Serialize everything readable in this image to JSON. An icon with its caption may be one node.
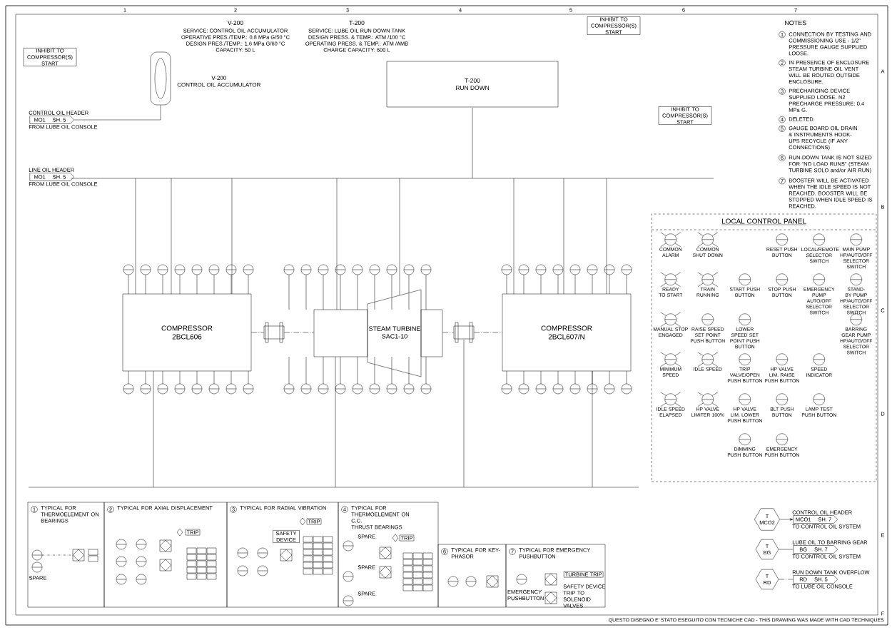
{
  "diagram": {
    "nodes": [
      {
        "text": [
          "INHIBIT TO COMPRESSOR(S) START"
        ]
      },
      {
        "text": [
          "V-200",
          "CONTROL OIL ACCUMULATOR"
        ]
      },
      {
        "text": [
          "T-200",
          "RUN DOWN"
        ]
      },
      {
        "text": [
          "INHIBIT TO COMPRESSOR(S) START"
        ]
      },
      {
        "text": [
          "INHIBIT TO COMPRESSOR(S) START"
        ]
      },
      {
        "text": [
          "CONTROL OIL HEADER",
          "MO1",
          "SH. 5",
          "FROM LUBE OIL CONSOLE"
        ]
      },
      {
        "text": [
          "LINE OIL HEADER",
          "MO1",
          "SH. 5",
          "FROM LUBE OIL CONSOLE"
        ]
      },
      {
        "text": [
          "COMPRESSOR",
          "2BCL606"
        ]
      },
      {
        "text": [],
        "shape": "box"
      },
      {
        "text": [
          "STEAM TURBINE",
          "SAC1-10"
        ]
      },
      {
        "text": [],
        "shape": "box"
      },
      {
        "text": [
          "COMPRESSOR",
          "2BCL607/N"
        ]
      },
      {
        "text": [
          "LOCAL CONTROL PANEL"
        ]
      },
      {
        "text": [
          "COMMON ALARM"
        ],
        "in": 12
      },
      {
        "text": [
          "COMMON SHUT DOWN"
        ],
        "in": 12
      },
      {
        "text": [
          "RESET PUSH BUTTON"
        ],
        "in": 12
      },
      {
        "text": [
          "LOCAL/REMOTE SELECTOR SWITCH"
        ],
        "in": 12
      },
      {
        "text": [
          "MAIN PUMP HP/AUTO/OFF SELECTOR SWITCH"
        ],
        "in": 12
      },
      {
        "text": [
          "READY TO START"
        ],
        "in": 12
      },
      {
        "text": [
          "TRAIN RUNNING"
        ],
        "in": 12
      },
      {
        "text": [
          "START PUSH BUTTON"
        ],
        "in": 12
      },
      {
        "text": [
          "STOP PUSH BUTTON"
        ],
        "in": 12
      },
      {
        "text": [
          "EMERGENCY PUMP AUTO/OFF SELECTOR SWITCH"
        ],
        "in": 12
      },
      {
        "text": [
          "STAND-BY PUMP HP/AUTO/OFF SELECTOR SWITCH"
        ],
        "in": 12
      },
      {
        "text": [
          "MANUAL STOP ENGAGED"
        ],
        "in": 12
      },
      {
        "text": [
          "RAISE SPEED SET POINT PUSH BUTTON"
        ],
        "in": 12
      },
      {
        "text": [
          "LOWER SPEED SET POINT PUSH BUTTON"
        ],
        "in": 12
      },
      {
        "text": [
          "BARRING GEAR PUMP HP/AUTO/OFF SELECTOR SWITCH"
        ],
        "in": 12
      },
      {
        "text": [
          "MINIMUM SPEED"
        ],
        "in": 12
      },
      {
        "text": [
          "IDLE SPEED"
        ],
        "in": 12
      },
      {
        "text": [
          "TRIP VALVE/OPEN PUSH BUTTON"
        ],
        "in": 12
      },
      {
        "text": [
          "HP VALVE LIM. RAISE PUSH BUTTON"
        ],
        "in": 12
      },
      {
        "text": [
          "SPEED INDICATOR"
        ],
        "in": 12
      },
      {
        "text": [
          "IDLE SPEED ELAPSED"
        ],
        "in": 12
      },
      {
        "text": [
          "HP VALVE LIMITER 100%"
        ],
        "in": 12
      },
      {
        "text": [
          "HP VALVE LIM. LOWER PUSH BUTTON"
        ],
        "in": 12
      },
      {
        "text": [
          "BLT PUSH BUTTON"
        ],
        "in": 12
      },
      {
        "text": [
          "LAMP TEST PUSH BUTTON"
        ],
        "in": 12
      },
      {
        "text": [
          "DIMMING PUSH BUTTON"
        ],
        "in": 12
      },
      {
        "text": [
          "EMERGENCY PUSH BUTTON"
        ],
        "in": 12
      },
      {
        "text": [
          "1",
          "TYPICAL FOR THERMOELEMENT ON BEARINGS"
        ]
      },
      {
        "text": [
          "2",
          "TYPICAL FOR AXIAL DISPLACEMENT"
        ]
      },
      {
        "text": [
          "3",
          "TYPICAL FOR RADIAL VIBRATION"
        ]
      },
      {
        "text": [
          "4",
          "TYPICAL FOR THERMOELEMENT ON C.C.",
          "THRUST BEARINGS"
        ]
      },
      {
        "text": [
          "6",
          "TYPICAL FOR KEY-PHASOR"
        ]
      },
      {
        "text": [
          "7",
          "TYPICAL FOR EMERGENCY PUSHBUTTON"
        ]
      },
      {
        "text": [
          "T",
          "MCO2"
        ]
      },
      {
        "text": [
          "CONTROL OIL HEADER",
          "MCO1",
          "SH. 7",
          "TO CONTROL OIL SYSTEM"
        ]
      },
      {
        "text": [
          "T",
          "BG"
        ]
      },
      {
        "text": [
          "LUBE OIL TO BARRING GEAR",
          "BG",
          "SH. 7",
          "TO CONTROL OIL SYSTEM"
        ]
      },
      {
        "text": [
          "T",
          "RD"
        ]
      },
      {
        "text": [
          "RUN DOWN TANK OVERFLOW",
          "RD",
          "SH. 5",
          "TO LUBE OIL CONSOLE"
        ]
      }
    ],
    "edges": [
      {
        "from": 7,
        "to": 8,
        "arrow": "none",
        "style": "dashed"
      },
      {
        "from": 8,
        "to": 9,
        "arrow": "none",
        "style": "dashed"
      },
      {
        "from": 9,
        "to": 10,
        "arrow": "none",
        "style": "dashed"
      },
      {
        "from": 10,
        "to": 11,
        "arrow": "none",
        "style": "dashed"
      },
      {
        "from": 5,
        "to": 1,
        "arrow": "none"
      },
      {
        "from": 46,
        "to": 47,
        "arrow": "to"
      },
      {
        "from": 48,
        "to": 49,
        "arrow": "none"
      },
      {
        "from": 50,
        "to": 51,
        "arrow": "none",
        "style": "dashed"
      }
    ],
    "labels": [
      "NOTES",
      "1",
      "CONNECTION BY TESTING AND COMMISSIONING USE - 1/2\" PRESSURE GAUGE SUPPLIED LOOSE.",
      "2",
      "IN PRESENCE OF ENCLOSURE STEAM TURBINE OIL VENT WILL BE ROUTED OUTSIDE ENCLOSURE.",
      "3",
      "PRECHARGING DEVICE SUPPLIED LOOSE. N2 PRECHARGE PRESSURE: 0.4 MPa G.",
      "4",
      "DELETED.",
      "5",
      "GAUGE BOARD OIL DRAIN & INSTRUMENTS HOOK-UPS RECYCLE (IF ANY CONNECTIONS)",
      "6",
      "RUN-DOWN TANK IS NOT SIZED FOR \"NO LOAD RUNS\" (STEAM TURBINE SOLO and/or AIR RUN)",
      "7",
      "BOOSTER WILL BE ACTIVATED WHEN THE IDLE SPEED IS NOT REACHED. BOOSTER WILL BE STOPPED WHEN IDLE SPEED IS REACHED.",
      "V-200",
      "SERVICE: CONTROL OIL ACCUMULATOR",
      "OPERATIVE PRES./TEMP.: 0.8 MPa G/50 °C",
      "DESIGN PRES./TEMP.: 1.6 MPa G/60 °C",
      "CAPACITY: 50 L",
      "T-200",
      "SERVICE: LUBE OIL RUN DOWN TANK",
      "DESIGN PRESS. & TEMP.: ATM /100 °C",
      "OPERATING PRESS. & TEMP.: ATM /AMB",
      "CHARGE CAPACITY: 600 L",
      "TRIP",
      "SAFETY DEVICE",
      "TRIP",
      "TRIP",
      "SPARE",
      "SPARE",
      "SPARE",
      "SPARE",
      "TURBINE TRIP",
      "SAFETY DEVICE",
      "TRIP TO SOLENOID VALVES",
      "EMERGENCY PUSHBUTTON",
      "QUESTO DISEGNO E' STATO ESEGUITO CON TECNICHE CAD - THIS DRAWING WAS MADE WITH CAD TECHNIQUES",
      "1",
      "2",
      "3",
      "4",
      "5",
      "6",
      "7",
      "A",
      "B",
      "C",
      "D",
      "E",
      "F"
    ]
  }
}
